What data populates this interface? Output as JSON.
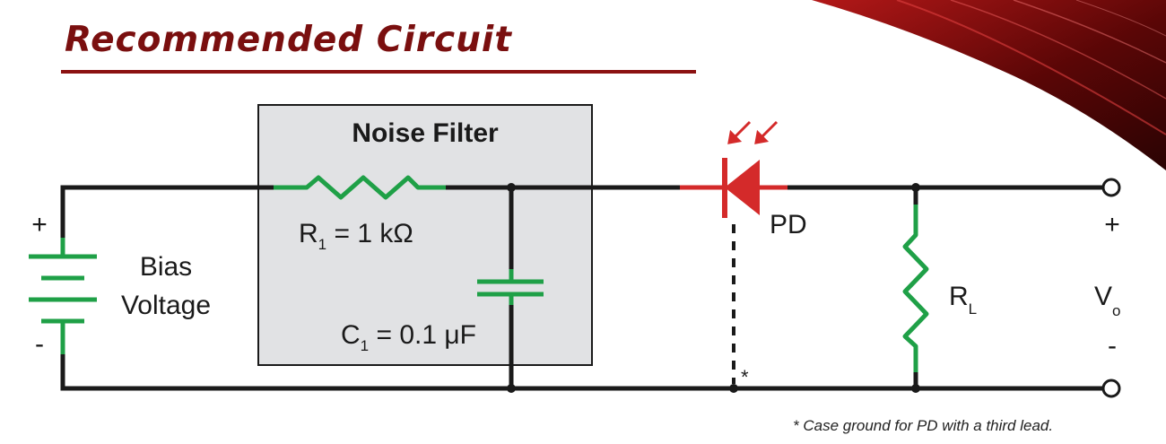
{
  "title": "Recommended Circuit",
  "colors": {
    "title": "#7a0f0f",
    "wire": "#1a1a1a",
    "component": "#1fa047",
    "photodiode": "#d42a2a",
    "filter_box": "#e1e2e4"
  },
  "noise_filter": {
    "label": "Noise Filter"
  },
  "r1": {
    "prefix": "R",
    "sub": "1",
    "value": " = 1 kΩ"
  },
  "c1": {
    "prefix": "C",
    "sub": "1",
    "value": " = 0.1 μF"
  },
  "bias": {
    "line1": "Bias",
    "line2": "Voltage",
    "plus": "+",
    "minus": "-"
  },
  "pd": {
    "label": "PD",
    "star": "*"
  },
  "rl": {
    "prefix": "R",
    "sub": "L"
  },
  "vo": {
    "prefix": "V",
    "sub": "o",
    "plus": "+",
    "minus": "-"
  },
  "footnote": "* Case ground for PD with a third lead."
}
